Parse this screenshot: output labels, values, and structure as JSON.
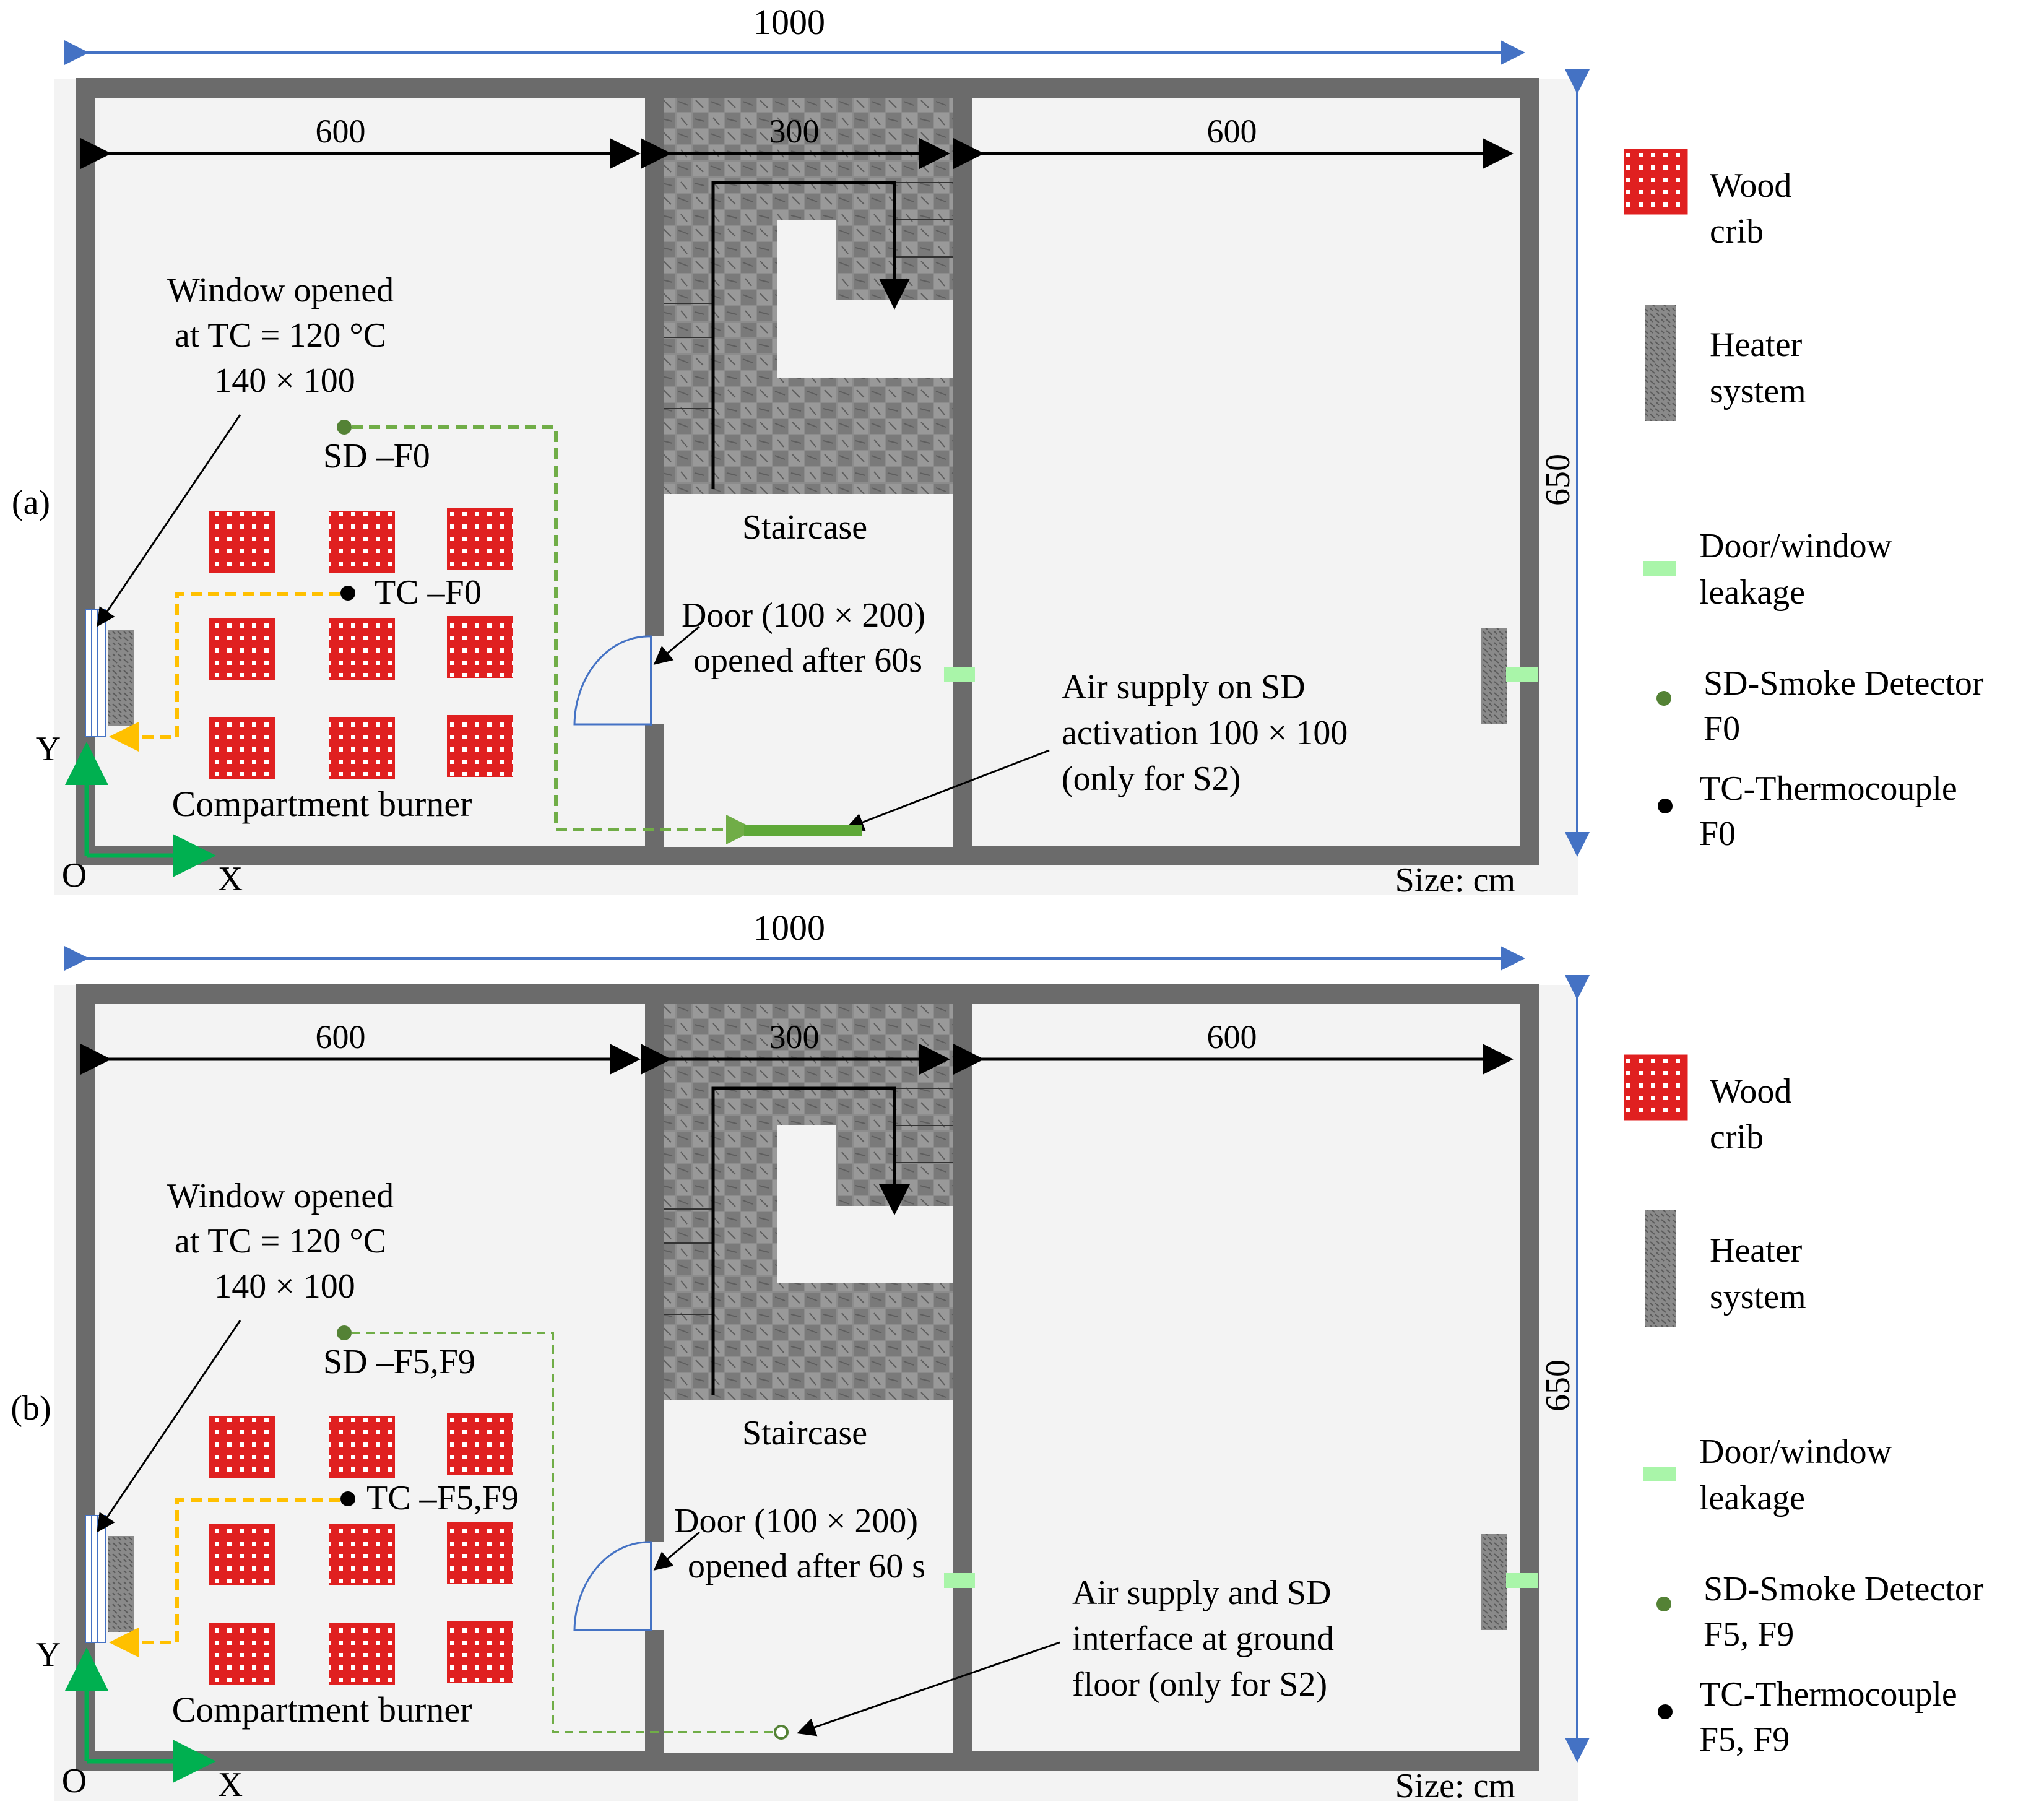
{
  "panels": [
    {
      "panel_label": "(a)",
      "overall_width": "1000",
      "left_room_width": "600",
      "stair_width": "300",
      "right_room_width": "600",
      "height": "650",
      "window_label": [
        "Window opened",
        "at TC = 120 °C",
        "140 × 100"
      ],
      "sd_label": "SD –F0",
      "tc_label": "TC –F0",
      "staircase_label": "Staircase",
      "door_label": [
        "Door (100 × 200)",
        "opened after 60s"
      ],
      "air_label": [
        "Air supply on SD",
        "activation 100 × 100",
        "(only for S2)"
      ],
      "burner_label": "Compartment burner",
      "axis_y": "Y",
      "axis_o": "O",
      "axis_x": "X",
      "size_label": "Size: cm",
      "legend": {
        "wood": [
          "Wood",
          "crib"
        ],
        "heater": [
          "Heater",
          "system"
        ],
        "leak": [
          "Door/window",
          "leakage"
        ],
        "sd": [
          "SD-Smoke Detector",
          "F0"
        ],
        "tc": [
          "TC-Thermocouple",
          "F0"
        ]
      }
    },
    {
      "panel_label": "(b)",
      "overall_width": "1000",
      "left_room_width": "600",
      "stair_width": "300",
      "right_room_width": "600",
      "height": "650",
      "window_label": [
        "Window opened",
        "at TC = 120 °C",
        "140 × 100"
      ],
      "sd_label": "SD –F5,F9",
      "tc_label": "TC –F5,F9",
      "staircase_label": "Staircase",
      "door_label": [
        "Door (100 × 200)",
        "opened after 60 s"
      ],
      "air_label": [
        "Air supply and SD",
        "interface at ground",
        "floor (only for S2)"
      ],
      "burner_label": "Compartment burner",
      "axis_y": "Y",
      "axis_o": "O",
      "axis_x": "X",
      "size_label": "Size: cm",
      "legend": {
        "wood": [
          "Wood",
          "crib"
        ],
        "heater": [
          "Heater",
          "system"
        ],
        "leak": [
          "Door/window",
          "leakage"
        ],
        "sd": [
          "SD-Smoke Detector",
          "F5, F9"
        ],
        "tc": [
          "TC-Thermocouple",
          "F5, F9"
        ]
      }
    }
  ],
  "colors": {
    "wall": "#6b6b6b",
    "floor": "#f3f3f3",
    "dim_blue": "#4472c4",
    "crib_red": "#e02020",
    "sd_green": "#548235",
    "dash_green": "#70ad47",
    "tc_orange": "#ffc000",
    "leak_green": "#a9f5a9",
    "axis_green": "#00b050",
    "stair_gray": "#777777",
    "heater_gray": "#8a8a8a"
  }
}
